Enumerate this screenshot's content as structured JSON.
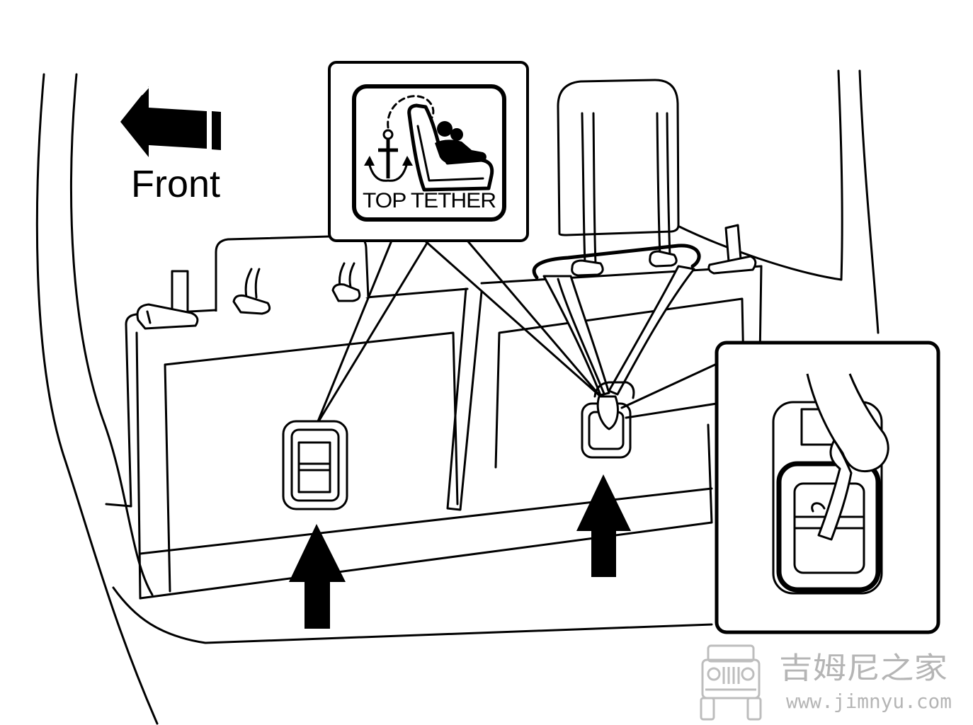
{
  "labels": {
    "direction": "Front",
    "icon_text": "TOP TETHER"
  },
  "watermark": {
    "name": "吉姆尼之家",
    "url": "www.jimnyu.com"
  },
  "colors": {
    "line": "#000000",
    "background": "#ffffff",
    "watermark": "#b5b5b5"
  },
  "icons": {
    "direction_arrow": "left-arrow-icon",
    "anchor_symbol": "anchor-icon",
    "child_seat_symbol": "child-seat-icon",
    "location_markers": "up-arrow-icon",
    "watermark_logo": "jeep-icon"
  }
}
